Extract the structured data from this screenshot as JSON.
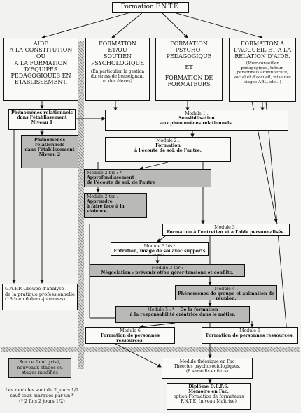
{
  "top": {
    "title": "Formation F.N.T.E."
  },
  "columns": [
    {
      "lines": [
        "AIDE",
        "A LA CONSTITUTION",
        "OU",
        "A LA FORMATION",
        "D'EQUIPES",
        "PEDAGOGIQUES EN",
        "ETABLISSEMENT."
      ]
    },
    {
      "lines": [
        "FORMATION",
        "ET/OU",
        "SOUTIEN",
        "PSYCHOLOGIQUE"
      ],
      "detail": [
        "(En particulier la gestion",
        "du stress de l'enseignant",
        "et des élèves)"
      ]
    },
    {
      "lines": [
        "FORMATION PSYCHO-",
        "PEDAGOGIQUE",
        "ET",
        "FORMATION DE",
        "FORMATEURS"
      ]
    },
    {
      "lines": [
        "FORMATION A",
        "L'ACCUEIL ET A LA",
        "RELATION D'AIDE."
      ],
      "detail": [
        "(Pour conseiller",
        "pédagogique, tuteur,",
        "personnels administratif,",
        "social et d'accueil, mise des",
        "stages ARL, etc...)"
      ]
    }
  ],
  "left_modules": {
    "phen1": [
      "Phénomènes relationnels",
      "dans l'établissement",
      "Niveau 1"
    ],
    "phen2": [
      "Phénomènes",
      "relationnels",
      "dans l'établissement",
      "Niveau 2"
    ],
    "gapp": [
      "G.A.P.P. Groupe d'analyse",
      "de la pratique professionnelle",
      "(18 h en 6 demi-journées)"
    ]
  },
  "modules": {
    "m1": {
      "head": "Module 1 :",
      "lines": [
        "Sensibilisation",
        "aux phénomènes relationnels."
      ]
    },
    "m2": {
      "head": "Module 2 :",
      "lines": [
        "Formation",
        "à l'écoute de soi, de l'autre."
      ]
    },
    "m2bis": {
      "head": "Module 2 bis : *",
      "lines": [
        "Approfondissement",
        "de l'écoute de soi, de l'autre"
      ]
    },
    "m2ter": {
      "head": "Module 2 ter :",
      "lines": [
        "Apprendre",
        "à faire face à la violence."
      ]
    },
    "m3": {
      "head": "Module 3 :",
      "lines": [
        "Formation à l'entretien et à l'aide personnalisée."
      ]
    },
    "m3bis": {
      "head": "Module 3 bis :",
      "lines": [
        "Entretien, image de soi avec supports vidéo."
      ]
    },
    "m3ter": {
      "head": "Module 3 ter :",
      "lines": [
        "Négociation : prévenir et/ou gérer tensions et conflits."
      ]
    },
    "m4": {
      "head": "Module 4 :",
      "lines": [
        "Phénomènes de groupe et animation de réunion."
      ]
    },
    "m5": {
      "head": "Module 5 : *",
      "lines": [
        "De la formation",
        "à la responsabilité créatrice dans le métier."
      ]
    },
    "m6a": {
      "head": "Module 6",
      "lines": [
        "Formation de personnes ressources."
      ]
    },
    "m6b": {
      "head": "Module 6",
      "lines": [
        "Formation de personnes ressources."
      ]
    },
    "theo": {
      "lines": [
        "Module théorique en Fac",
        "Théories psychosociologiques.",
        "(8 samedis entiers)"
      ]
    },
    "deps": {
      "lines": [
        "Diplôme D.E.P.S.",
        "Mémoire en Fac.",
        "option Formation de formateurs",
        "F.N.T.E. (niveau Maîtrise)"
      ]
    }
  },
  "legend": {
    "gray": [
      "Sur ce fond grisé,",
      "nouveaux stages ou",
      "stages modifiés"
    ],
    "footnote": [
      "Les modules sont de 2 jours 1/2",
      "sauf ceux marqués par un *",
      "(* 2 fois 2 jours 1/2)"
    ]
  }
}
